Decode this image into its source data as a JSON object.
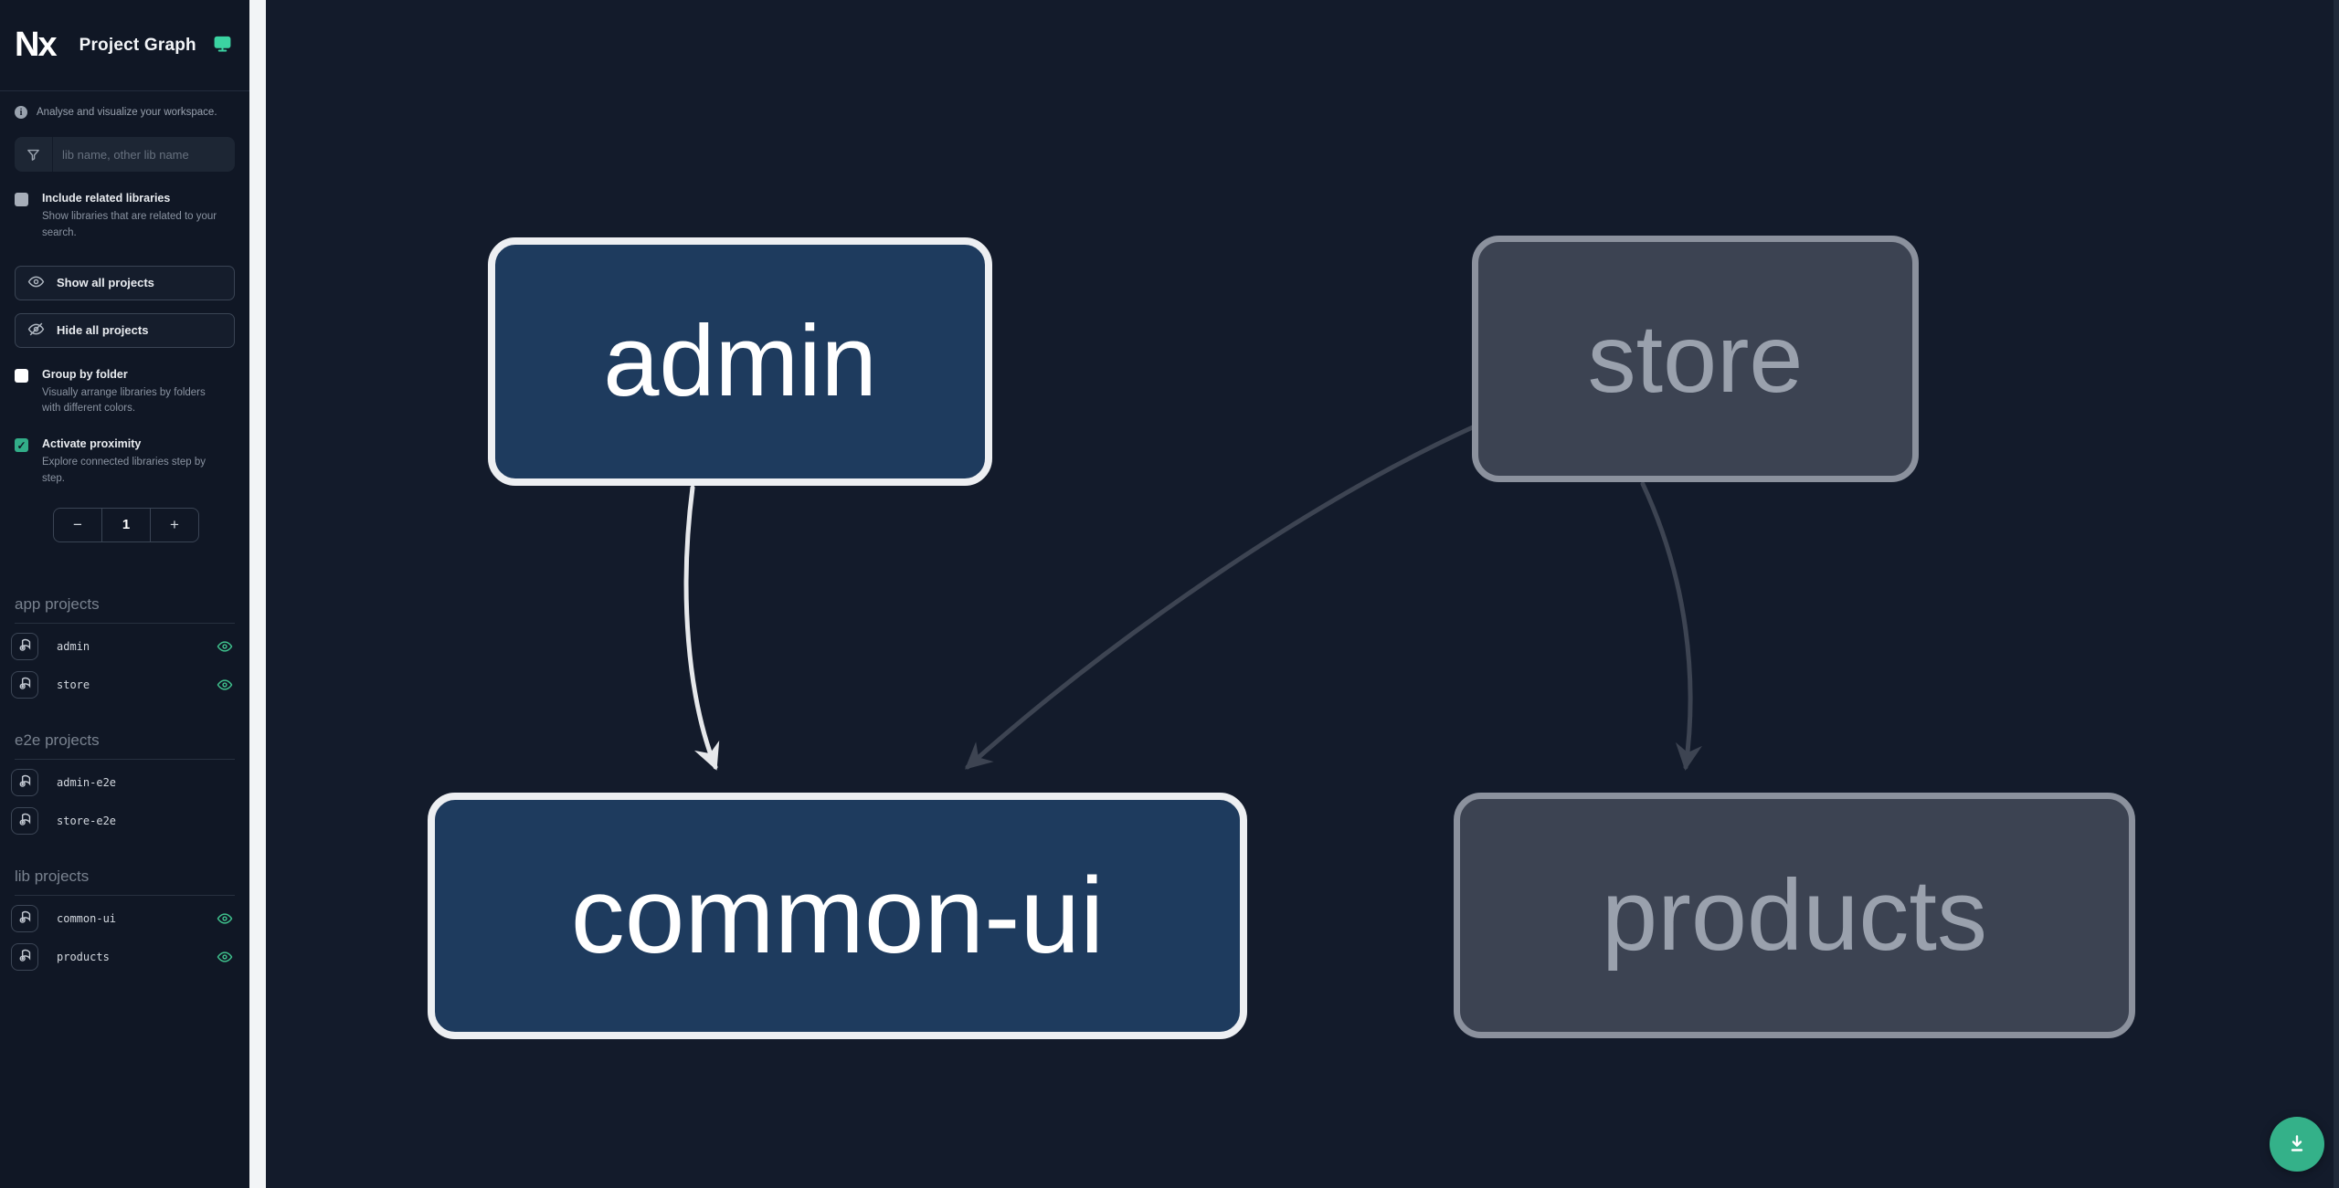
{
  "header": {
    "title": "Project Graph",
    "logo_text": "Nx"
  },
  "subheader": {
    "text": "Analyse and visualize your workspace."
  },
  "filter": {
    "placeholder": "lib name, other lib name",
    "value": ""
  },
  "options": {
    "include_related": {
      "label": "Include related libraries",
      "description": "Show libraries that are related to your search.",
      "checked": false
    },
    "group_by_folder": {
      "label": "Group by folder",
      "description": "Visually arrange libraries by folders with different colors.",
      "checked": false
    },
    "activate_proximity": {
      "label": "Activate proximity",
      "description": "Explore connected libraries step by step.",
      "checked": true
    }
  },
  "buttons": {
    "show_all": "Show all projects",
    "hide_all": "Hide all projects"
  },
  "proximity": {
    "decrement": "−",
    "value": "1",
    "increment": "+"
  },
  "sections": [
    {
      "title": "app projects",
      "items": [
        {
          "name": "admin",
          "visible": true
        },
        {
          "name": "store",
          "visible": true
        }
      ]
    },
    {
      "title": "e2e projects",
      "items": [
        {
          "name": "admin-e2e",
          "visible": false
        },
        {
          "name": "store-e2e",
          "visible": false
        }
      ]
    },
    {
      "title": "lib projects",
      "items": [
        {
          "name": "common-ui",
          "visible": true
        },
        {
          "name": "products",
          "visible": true
        }
      ]
    }
  ],
  "graph": {
    "nodes": [
      {
        "id": "admin",
        "label": "admin",
        "state": "focused"
      },
      {
        "id": "store",
        "label": "store",
        "state": "faded"
      },
      {
        "id": "common-ui",
        "label": "common-ui",
        "state": "focused"
      },
      {
        "id": "products",
        "label": "products",
        "state": "faded"
      }
    ],
    "edges": [
      {
        "from": "admin",
        "to": "common-ui",
        "state": "highlighted"
      },
      {
        "from": "store",
        "to": "common-ui",
        "state": "faded"
      },
      {
        "from": "store",
        "to": "products",
        "state": "faded"
      }
    ]
  },
  "icons": {
    "monitor-icon": "teal monitor glyph",
    "info-icon": "gray filled i-circle",
    "filter-icon": "funnel outline",
    "eye-icon": "outlined eye",
    "eye-slash-icon": "outlined eye with slash",
    "focus-icon": "magnifier in rounded square",
    "download-icon": "down arrow over line"
  },
  "colors": {
    "accent_green": "#3fc08c",
    "fab_green": "#34b189",
    "node_focused_fill": "#1e3b5e",
    "node_focused_border": "#edeff2",
    "node_faded_fill": "#3c4352",
    "node_faded_border": "#8b919d",
    "edge_light": "#e6e8eb",
    "edge_dark": "#3d4452",
    "canvas_bg": "#131b2b",
    "sidebar_bg": "#101725"
  },
  "fab": {
    "action": "save-image"
  }
}
